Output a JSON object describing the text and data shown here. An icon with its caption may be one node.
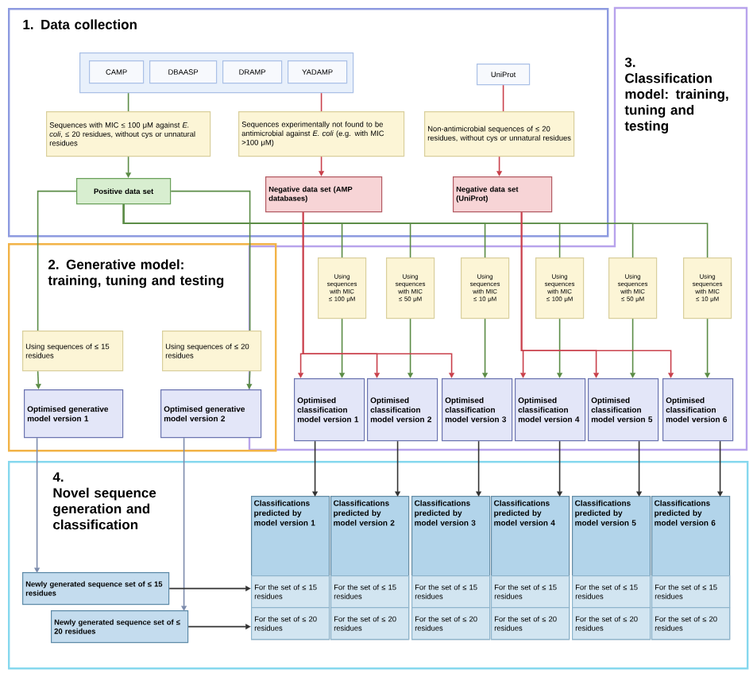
{
  "diagram": {
    "nodes": [
      {
        "text": [
          "1. Data collection"
        ]
      },
      {
        "text": [],
        "shape": "box",
        "in": 0
      },
      {
        "text": [
          "CAMP"
        ],
        "in": 1
      },
      {
        "text": [
          "DBAASP"
        ],
        "in": 1
      },
      {
        "text": [
          "DRAMP"
        ],
        "in": 1
      },
      {
        "text": [
          "YADAMP"
        ],
        "in": 1
      },
      {
        "text": [
          "UniProt"
        ],
        "in": 0
      },
      {
        "text": [
          "Sequences with MIC ≤ 100 μM against *E. coli*, ≤ 20 residues, without cys or unnatural residues"
        ],
        "in": 0
      },
      {
        "text": [
          "Sequences experimentally not found to be antimicrobial against *E. coli* (e.g. with MIC >100 μM)"
        ],
        "in": 0
      },
      {
        "text": [
          "Non-antimicrobial sequences of ≤ 20 residues, without cys or unnatural residues"
        ],
        "in": 0
      },
      {
        "text": [
          "Positive data set"
        ],
        "in": 0
      },
      {
        "text": [
          "Negative data set (AMP databases)"
        ],
        "in": 0
      },
      {
        "text": [
          "Negative data set (UniProt)"
        ],
        "in": 0
      },
      {
        "text": [
          "3.",
          "Classification model: training, tuning and testing"
        ]
      },
      {
        "text": [
          "2. Generative model: training, tuning and testing"
        ]
      },
      {
        "text": [
          "Using sequences of ≤ 15 residues"
        ],
        "in": 14
      },
      {
        "text": [
          "Using sequences of ≤ 20 residues"
        ],
        "in": 14
      },
      {
        "text": [
          "Optimised generative model version 1"
        ],
        "in": 14
      },
      {
        "text": [
          "Optimised generative model version 2"
        ],
        "in": 14
      },
      {
        "text": [
          "Using sequences with MIC ≤ 100 μM"
        ],
        "in": 13
      },
      {
        "text": [
          "Using sequences with MIC ≤ 50 μM"
        ],
        "in": 13
      },
      {
        "text": [
          "Using sequences with MIC ≤ 10 μM"
        ],
        "in": 13
      },
      {
        "text": [
          "Using sequences with MIC ≤ 100 μM"
        ],
        "in": 13
      },
      {
        "text": [
          "Using sequences with MIC ≤ 50 μM"
        ],
        "in": 13
      },
      {
        "text": [
          "Using sequences with MIC ≤ 10 μM"
        ],
        "in": 13
      },
      {
        "text": [
          "Optimised classification model version 1"
        ],
        "in": 13
      },
      {
        "text": [
          "Optimised classification model version 2"
        ],
        "in": 13
      },
      {
        "text": [
          "Optimised classification model version 3"
        ],
        "in": 13
      },
      {
        "text": [
          "Optimised classification model version 4"
        ],
        "in": 13
      },
      {
        "text": [
          "Optimised classification model version 5"
        ],
        "in": 13
      },
      {
        "text": [
          "Optimised classification model version 6"
        ],
        "in": 13
      },
      {
        "text": [
          "4.",
          "Novel sequence generation and classification"
        ]
      },
      {
        "text": [
          "Newly generated sequence set of ≤ 15 residues"
        ],
        "in": 31
      },
      {
        "text": [
          "Newly generated sequence set of ≤ 20 residues"
        ],
        "in": 31
      },
      {
        "text": [
          "Classifications predicted by model version 1"
        ],
        "in": 31
      },
      {
        "text": [
          "For the set of ≤ 15 residues"
        ],
        "in": 34
      },
      {
        "text": [
          "For the set of ≤ 20 residues"
        ],
        "in": 34
      },
      {
        "text": [
          "Classifications predicted by model version 2"
        ],
        "in": 31
      },
      {
        "text": [
          "For the set of ≤ 15 residues"
        ],
        "in": 37
      },
      {
        "text": [
          "For the set of ≤ 20 residues"
        ],
        "in": 37
      },
      {
        "text": [
          "Classifications predicted by model version 3"
        ],
        "in": 31
      },
      {
        "text": [
          "For the set of ≤ 15 residues"
        ],
        "in": 40
      },
      {
        "text": [
          "For the set of ≤ 20 residues"
        ],
        "in": 40
      },
      {
        "text": [
          "Classifications predicted by model version 4"
        ],
        "in": 31
      },
      {
        "text": [
          "For the set of ≤ 15 residues"
        ],
        "in": 43
      },
      {
        "text": [
          "For the set of ≤ 20 residues"
        ],
        "in": 43
      },
      {
        "text": [
          "Classifications predicted by model version 5"
        ],
        "in": 31
      },
      {
        "text": [
          "For the set of ≤ 15 residues"
        ],
        "in": 46
      },
      {
        "text": [
          "For the set of ≤ 20 residues"
        ],
        "in": 46
      },
      {
        "text": [
          "Classifications predicted by model version 6"
        ],
        "in": 31
      },
      {
        "text": [
          "For the set of ≤ 15 residues"
        ],
        "in": 49
      },
      {
        "text": [
          "For the set of ≤ 20 residues"
        ],
        "in": 49
      }
    ],
    "edges": [
      {
        "from": 1,
        "to": 7,
        "arrow": "none"
      },
      {
        "from": 7,
        "to": 10,
        "arrow": "to"
      },
      {
        "from": 1,
        "to": 8,
        "arrow": "none",
        "color": "#c9414c"
      },
      {
        "from": 8,
        "to": 11,
        "arrow": "to",
        "color": "#c9414c"
      },
      {
        "from": 6,
        "to": 9,
        "arrow": "none",
        "color": "#c9414c"
      },
      {
        "from": 9,
        "to": 12,
        "arrow": "to",
        "color": "#c9414c"
      },
      {
        "from": 10,
        "to": 15,
        "arrow": "none"
      },
      {
        "from": 10,
        "to": 16,
        "arrow": "none"
      },
      {
        "from": 15,
        "to": 17,
        "arrow": "to"
      },
      {
        "from": 16,
        "to": 18,
        "arrow": "to"
      },
      {
        "from": 10,
        "to": 19,
        "arrow": "none"
      },
      {
        "from": 10,
        "to": 20,
        "arrow": "none"
      },
      {
        "from": 10,
        "to": 21,
        "arrow": "none"
      },
      {
        "from": 10,
        "to": 22,
        "arrow": "none"
      },
      {
        "from": 10,
        "to": 23,
        "arrow": "none"
      },
      {
        "from": 10,
        "to": 24,
        "arrow": "none"
      },
      {
        "from": 19,
        "to": 25,
        "arrow": "to"
      },
      {
        "from": 20,
        "to": 26,
        "arrow": "to"
      },
      {
        "from": 21,
        "to": 27,
        "arrow": "to"
      },
      {
        "from": 22,
        "to": 28,
        "arrow": "to"
      },
      {
        "from": 23,
        "to": 29,
        "arrow": "to"
      },
      {
        "from": 24,
        "to": 30,
        "arrow": "to"
      },
      {
        "from": 11,
        "to": 25,
        "arrow": "to",
        "color": "#c9414c"
      },
      {
        "from": 11,
        "to": 26,
        "arrow": "to",
        "color": "#c9414c"
      },
      {
        "from": 11,
        "to": 27,
        "arrow": "to",
        "color": "#c9414c"
      },
      {
        "from": 12,
        "to": 28,
        "arrow": "to",
        "color": "#c9414c"
      },
      {
        "from": 12,
        "to": 29,
        "arrow": "to",
        "color": "#c9414c"
      },
      {
        "from": 12,
        "to": 30,
        "arrow": "to",
        "color": "#c9414c"
      },
      {
        "from": 25,
        "to": 34,
        "arrow": "to",
        "color": "#333333"
      },
      {
        "from": 26,
        "to": 37,
        "arrow": "to",
        "color": "#333333"
      },
      {
        "from": 27,
        "to": 40,
        "arrow": "to",
        "color": "#333333"
      },
      {
        "from": 28,
        "to": 43,
        "arrow": "to",
        "color": "#333333"
      },
      {
        "from": 29,
        "to": 46,
        "arrow": "to",
        "color": "#333333"
      },
      {
        "from": 30,
        "to": 49,
        "arrow": "to",
        "color": "#333333"
      },
      {
        "from": 17,
        "to": 32,
        "arrow": "to",
        "color": "#7d8cad"
      },
      {
        "from": 18,
        "to": 33,
        "arrow": "to",
        "color": "#7d8cad"
      },
      {
        "from": 32,
        "to": 35,
        "arrow": "to",
        "color": "#333333"
      },
      {
        "from": 33,
        "to": 36,
        "arrow": "to",
        "color": "#333333"
      }
    ]
  }
}
